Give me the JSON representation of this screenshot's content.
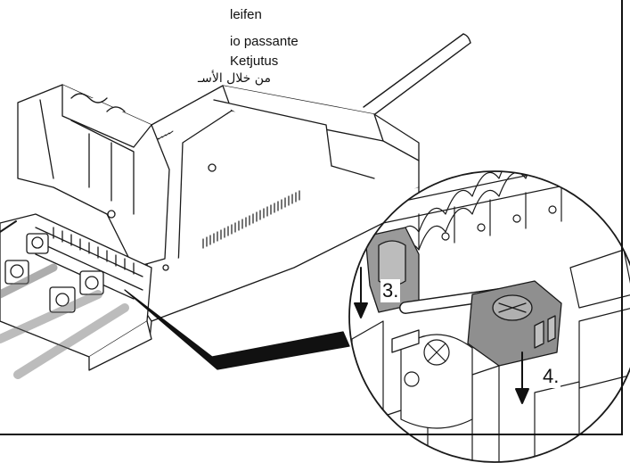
{
  "labels": {
    "line1": "leifen",
    "line2": "io passante",
    "line3": "Ketjutus",
    "line4": "من خلال الأسـ"
  },
  "steps": {
    "step3": "3.",
    "step4": "4."
  },
  "colors": {
    "line": "#1a1a1a",
    "body_fill": "#ffffff",
    "shade": "#8a8a8a",
    "light_shade": "#c8c8c8",
    "frame": "#111111"
  }
}
